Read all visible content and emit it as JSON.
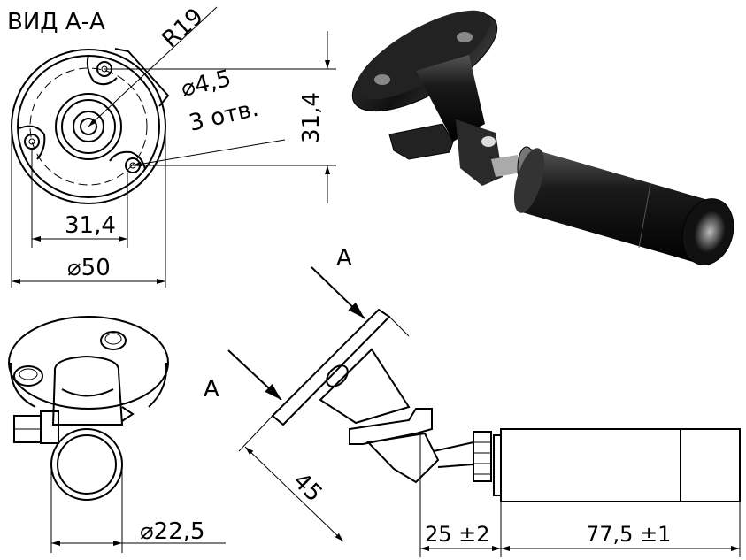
{
  "labels": {
    "view_title": "ВИД А-А",
    "radius": "R19",
    "hole_dia": "4,5",
    "hole_count": "3 отв.",
    "height_dim": "31,4",
    "width_dim": "31,4",
    "base_dia": "50",
    "tube_dia": "22,5",
    "angle_dim": "45",
    "arm_dim": "25 ±2",
    "body_dim": "77,5 ±1",
    "section_a_top": "A",
    "section_a_left": "A"
  },
  "symbols": {
    "diameter": "⌀"
  },
  "colors": {
    "line": "#000000",
    "body_fill": "#1a1a1a",
    "highlight": "#9a9a9a"
  }
}
